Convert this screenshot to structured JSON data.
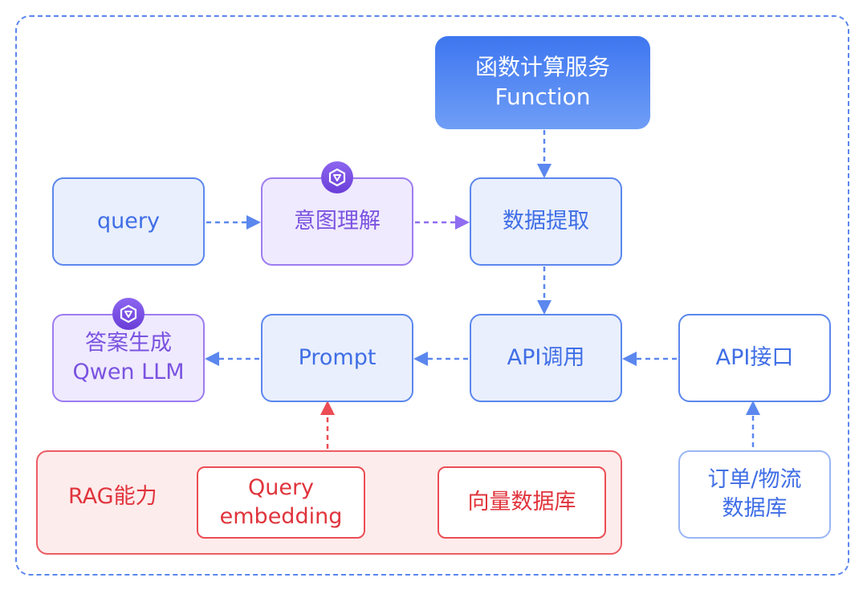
{
  "nodes": {
    "function": {
      "line1": "函数计算服务",
      "line2": "Function"
    },
    "query": "query",
    "intent": "意图理解",
    "extract": "数据提取",
    "answer": {
      "line1": "答案生成",
      "line2": "Qwen LLM"
    },
    "prompt": "Prompt",
    "api_call": "API调用",
    "api_interface": "API接口",
    "rag_label": "RAG能力",
    "query_embedding": {
      "line1": "Query",
      "line2": "embedding"
    },
    "vector_db": "向量数据库",
    "order_db": {
      "line1": "订单/物流",
      "line2": "数据库"
    }
  },
  "icons": {
    "intent_badge": "qwen-logo-icon",
    "answer_badge": "qwen-logo-icon"
  },
  "colors": {
    "blue": "#5b87ee",
    "purple": "#9d7cf0",
    "red": "#ec4d54",
    "function_fill": "#3e76f0"
  }
}
